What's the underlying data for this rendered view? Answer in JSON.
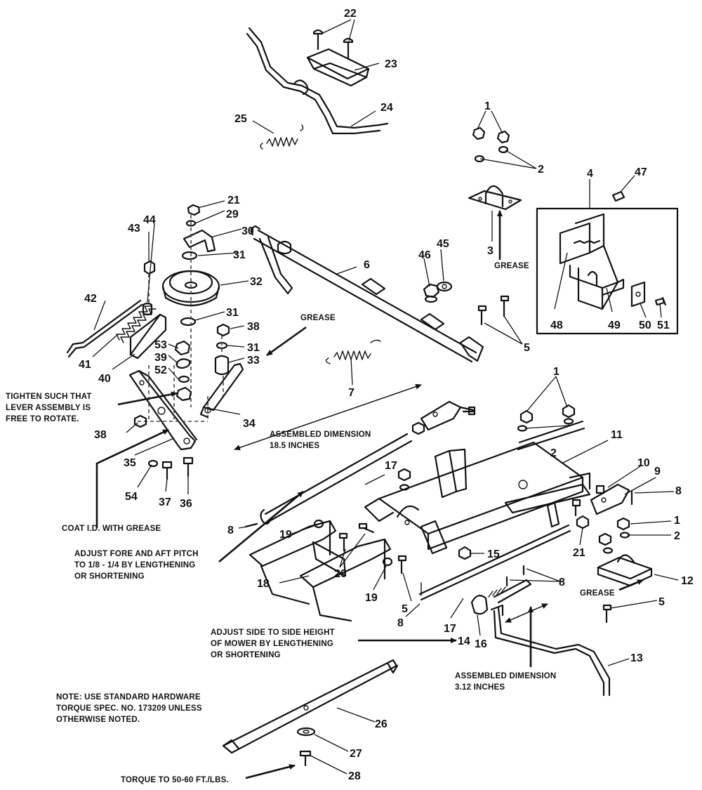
{
  "diagram": {
    "callouts": [
      {
        "id": "c22",
        "text": "22"
      },
      {
        "id": "c23",
        "text": "23"
      },
      {
        "id": "c24",
        "text": "24"
      },
      {
        "id": "c25",
        "text": "25"
      },
      {
        "id": "c1a",
        "text": "1"
      },
      {
        "id": "c2a",
        "text": "2"
      },
      {
        "id": "c3",
        "text": "3"
      },
      {
        "id": "c4",
        "text": "4"
      },
      {
        "id": "c47",
        "text": "47"
      },
      {
        "id": "c48",
        "text": "48"
      },
      {
        "id": "c49",
        "text": "49"
      },
      {
        "id": "c50",
        "text": "50"
      },
      {
        "id": "c51",
        "text": "51"
      },
      {
        "id": "c45",
        "text": "45"
      },
      {
        "id": "c46",
        "text": "46"
      },
      {
        "id": "c5a",
        "text": "5"
      },
      {
        "id": "c6",
        "text": "6"
      },
      {
        "id": "c7",
        "text": "7"
      },
      {
        "id": "c21a",
        "text": "21"
      },
      {
        "id": "c29",
        "text": "29"
      },
      {
        "id": "c30",
        "text": "30"
      },
      {
        "id": "c31a",
        "text": "31"
      },
      {
        "id": "c32",
        "text": "32"
      },
      {
        "id": "c31b",
        "text": "31"
      },
      {
        "id": "c38a",
        "text": "38"
      },
      {
        "id": "c31c",
        "text": "31"
      },
      {
        "id": "c33",
        "text": "33"
      },
      {
        "id": "c43",
        "text": "43"
      },
      {
        "id": "c44",
        "text": "44"
      },
      {
        "id": "c42",
        "text": "42"
      },
      {
        "id": "c41",
        "text": "41"
      },
      {
        "id": "c40",
        "text": "40"
      },
      {
        "id": "c53",
        "text": "53"
      },
      {
        "id": "c39",
        "text": "39"
      },
      {
        "id": "c52",
        "text": "52"
      },
      {
        "id": "c34",
        "text": "34"
      },
      {
        "id": "c38b",
        "text": "38"
      },
      {
        "id": "c35",
        "text": "35"
      },
      {
        "id": "c54",
        "text": "54"
      },
      {
        "id": "c37",
        "text": "37"
      },
      {
        "id": "c36",
        "text": "36"
      },
      {
        "id": "c1b",
        "text": "1"
      },
      {
        "id": "c2b",
        "text": "2"
      },
      {
        "id": "c11",
        "text": "11"
      },
      {
        "id": "c10",
        "text": "10"
      },
      {
        "id": "c9",
        "text": "9"
      },
      {
        "id": "c8a",
        "text": "8"
      },
      {
        "id": "c1c",
        "text": "1"
      },
      {
        "id": "c2c",
        "text": "2"
      },
      {
        "id": "c21b",
        "text": "21"
      },
      {
        "id": "c12",
        "text": "12"
      },
      {
        "id": "c5b",
        "text": "5"
      },
      {
        "id": "c17a",
        "text": "17"
      },
      {
        "id": "c8b",
        "text": "8"
      },
      {
        "id": "c19a",
        "text": "19"
      },
      {
        "id": "c20",
        "text": "20"
      },
      {
        "id": "c18",
        "text": "18"
      },
      {
        "id": "c19b",
        "text": "19"
      },
      {
        "id": "c5c",
        "text": "5"
      },
      {
        "id": "c15",
        "text": "15"
      },
      {
        "id": "c8c",
        "text": "8"
      },
      {
        "id": "c17b",
        "text": "17"
      },
      {
        "id": "c14",
        "text": "14"
      },
      {
        "id": "c16",
        "text": "16"
      },
      {
        "id": "c8d",
        "text": "8"
      },
      {
        "id": "c13",
        "text": "13"
      },
      {
        "id": "c26",
        "text": "26"
      },
      {
        "id": "c27",
        "text": "27"
      },
      {
        "id": "c28",
        "text": "28"
      }
    ],
    "notes": {
      "grease_3": "GREASE",
      "grease_33": "GREASE",
      "grease_12": "GREASE",
      "tighten": [
        "TIGHTEN SUCH THAT",
        "LEVER ASSEMBLY IS",
        "FREE TO ROTATE."
      ],
      "assembled_185": [
        "ASSEMBLED DIMENSION",
        "18.5 INCHES"
      ],
      "coat": "COAT I.D. WITH GREASE",
      "adjust_pitch": [
        "ADJUST FORE AND AFT PITCH",
        "TO 1/8 - 1/4 BY LENGTHENING",
        "OR SHORTENING"
      ],
      "adjust_side": [
        "ADJUST SIDE TO SIDE HEIGHT",
        "OF MOWER BY LENGTHENING",
        "OR SHORTENING"
      ],
      "assembled_312": [
        "ASSEMBLED DIMENSION",
        "3.12 INCHES"
      ],
      "hardware_note": [
        "NOTE: USE STANDARD HARDWARE",
        "TORQUE SPEC. NO. 173209 UNLESS",
        "OTHERWISE NOTED."
      ],
      "torque": "TORQUE TO 50-60 FT./LBS."
    },
    "icons": [
      "leader-arrow",
      "bolt",
      "nut",
      "washer",
      "spring",
      "pulley",
      "blade"
    ]
  }
}
